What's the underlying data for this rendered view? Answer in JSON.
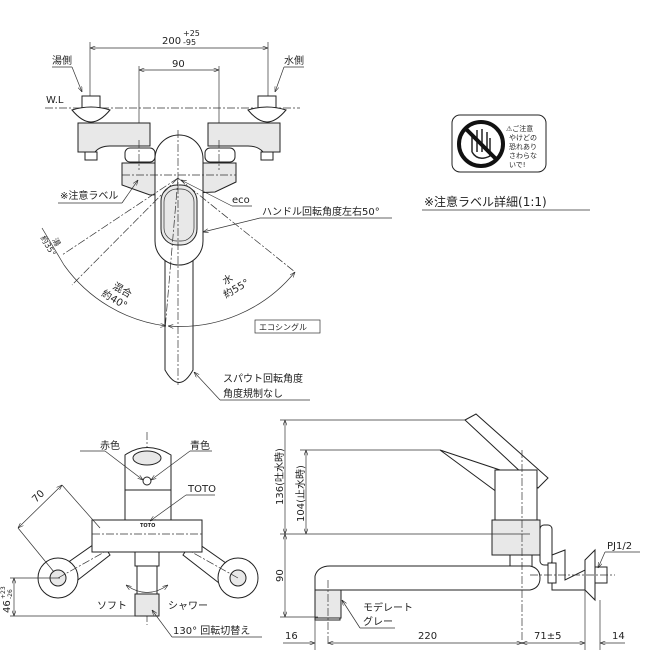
{
  "top_view": {
    "dim_overall": "200",
    "dim_overall_tol_plus": "+25",
    "dim_overall_tol_minus": "-95",
    "dim_center": "90",
    "hot_side": "湯側",
    "cold_side": "水側",
    "water_line": "W.L",
    "caution_label": "※注意ラベル",
    "eco": "eco",
    "handle_rotation": "ハンドル回転角度左右50°",
    "hot_label": "湯",
    "hot_angle": "約35°",
    "mix_label": "混合",
    "mix_angle": "約40°",
    "cold_label": "水",
    "cold_angle": "約55°",
    "eco_single": "エコシングル",
    "spout_rotation_1": "スパウト回転角度",
    "spout_rotation_2": "角度規制なし"
  },
  "label_detail": {
    "title": "※注意ラベル詳細(1:1)",
    "caution_heading": "⚠ご注意",
    "caution_lines": [
      "やけどの",
      "恐れあり",
      "さわらな",
      "いで!"
    ],
    "icon": "no-touch-hand-icon"
  },
  "front_view": {
    "red": "赤色",
    "blue": "青色",
    "brand": "TOTO",
    "dim_70": "70",
    "dim_46": "46",
    "dim_46_tol_plus": "+23",
    "dim_46_tol_minus": "-26",
    "soft": "ソフト",
    "shower": "シャワー",
    "switch": "130° 回転切替え"
  },
  "side_view": {
    "dim_136": "136(吐水時)",
    "dim_104": "104(止水時)",
    "dim_90": "90",
    "dim_16": "16",
    "dim_220": "220",
    "dim_71": "71±5",
    "dim_14": "14",
    "moderate_1": "モデレート",
    "moderate_2": "グレー",
    "connection": "PJ1/2"
  }
}
